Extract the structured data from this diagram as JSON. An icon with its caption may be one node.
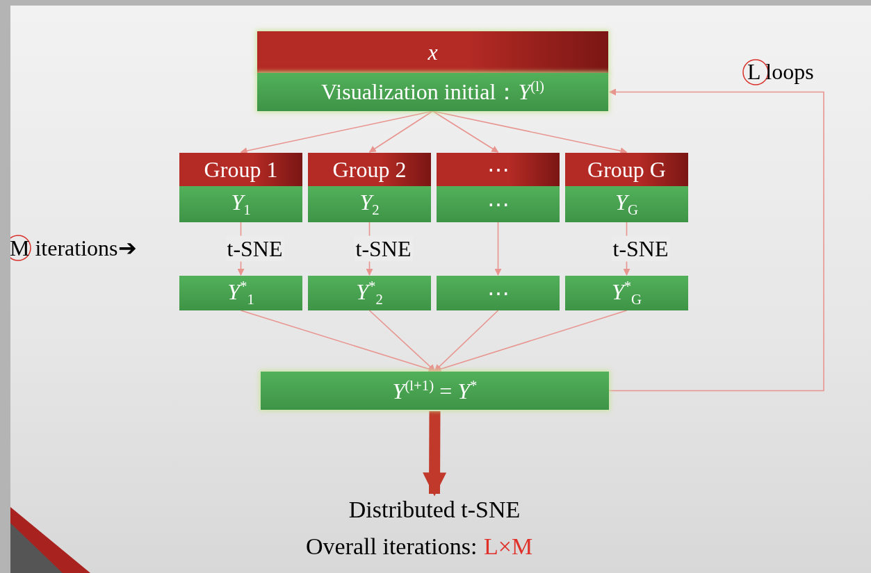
{
  "diagram": {
    "nodes": [
      {
        "text": [
          "x"
        ]
      },
      {
        "text": [
          "Visualization initial：*Y*$^{(l)}$"
        ]
      },
      {
        "text": [
          "Group 1"
        ]
      },
      {
        "text": [
          "*Y*$_{1}$"
        ]
      },
      {
        "text": [
          "Group 2"
        ]
      },
      {
        "text": [
          "*Y*$_{2}$"
        ]
      },
      {
        "text": [
          "⋯"
        ]
      },
      {
        "text": [
          "⋯"
        ]
      },
      {
        "text": [
          "Group G"
        ]
      },
      {
        "text": [
          "*Y*$_{G}$"
        ]
      },
      {
        "text": [
          "*Y*$^{*}$$_{1}$"
        ]
      },
      {
        "text": [
          "*Y*$^{*}$$_{2}$"
        ]
      },
      {
        "text": [
          "⋯"
        ]
      },
      {
        "text": [
          "*Y*$^{*}$$_{G}$"
        ]
      },
      {
        "text": [
          "*Y*$^{(l+1)}$ = *Y*$^{*}$"
        ]
      },
      {
        "text": [
          "Distributed t-SNE"
        ]
      }
    ],
    "edges": [
      {
        "from": 1,
        "to": 2,
        "arrow": "to"
      },
      {
        "from": 1,
        "to": 4,
        "arrow": "to"
      },
      {
        "from": 1,
        "to": 6,
        "arrow": "to"
      },
      {
        "from": 1,
        "to": 8,
        "arrow": "to"
      },
      {
        "from": 3,
        "to": 10,
        "arrow": "to",
        "label": "t-SNE"
      },
      {
        "from": 5,
        "to": 11,
        "arrow": "to",
        "label": "t-SNE"
      },
      {
        "from": 7,
        "to": 12,
        "arrow": "to"
      },
      {
        "from": 9,
        "to": 13,
        "arrow": "to",
        "label": "t-SNE"
      },
      {
        "from": 10,
        "to": 14,
        "arrow": "to"
      },
      {
        "from": 11,
        "to": 14,
        "arrow": "to"
      },
      {
        "from": 12,
        "to": 14,
        "arrow": "to"
      },
      {
        "from": 13,
        "to": 14,
        "arrow": "to"
      },
      {
        "from": 14,
        "to": 1,
        "arrow": "to"
      },
      {
        "from": 14,
        "to": 15,
        "arrow": "to",
        "style": "thick",
        "color": "#c0392b"
      }
    ],
    "labels": [
      "L loops",
      "M iterations➔",
      "Overall iterations:",
      "L×M"
    ]
  }
}
